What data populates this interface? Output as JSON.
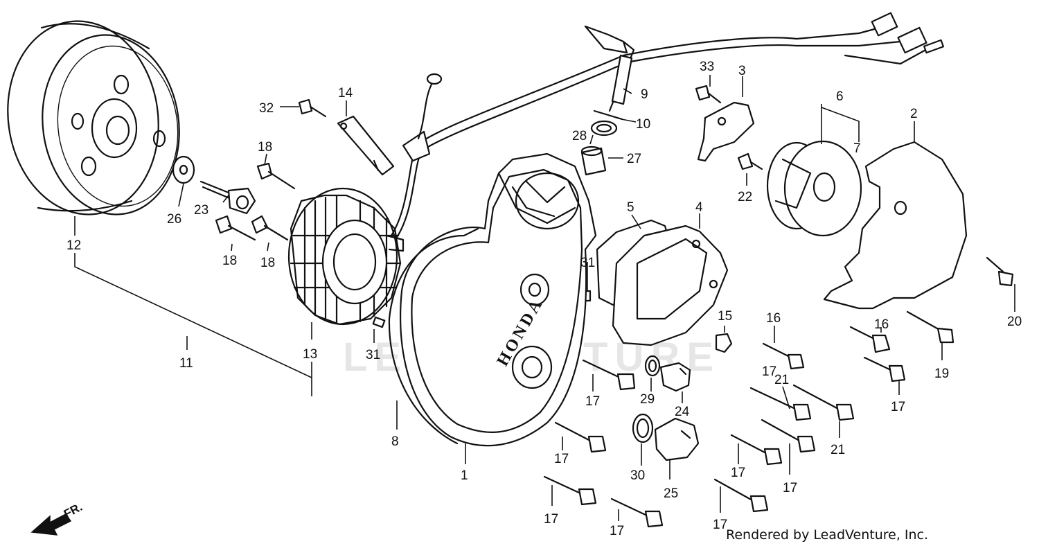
{
  "watermark": "LEADVENTURE",
  "emboss_text": "HONDA",
  "direction_label": "FR.",
  "credit": "Rendered by LeadVenture, Inc.",
  "callouts": {
    "c1": "1",
    "c2": "2",
    "c3": "3",
    "c4": "4",
    "c5": "5",
    "c6": "6",
    "c7": "7",
    "c8": "8",
    "c9": "9",
    "c10": "10",
    "c11": "11",
    "c12": "12",
    "c13": "13",
    "c14": "14",
    "c16a": "16",
    "c16b": "16",
    "c17a": "17",
    "c17b": "17",
    "c17c": "17",
    "c17d": "17",
    "c17e": "17",
    "c17f": "17",
    "c17g": "17",
    "c17h": "17",
    "c17i": "17",
    "c15": "15",
    "c18a": "18",
    "c18b": "18",
    "c18c": "18",
    "c19": "19",
    "c20": "20",
    "c21a": "21",
    "c21b": "21",
    "c22": "22",
    "c23": "23",
    "c24": "24",
    "c25": "25",
    "c26": "26",
    "c27": "27",
    "c28": "28",
    "c29": "29",
    "c30": "30",
    "c31a": "31",
    "c31b": "31",
    "c32": "32",
    "c33": "33"
  }
}
